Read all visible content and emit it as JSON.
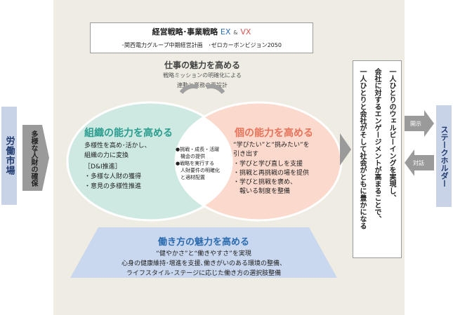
{
  "labor_market": "労働市場",
  "diverse_talent": "多様な人財の確保",
  "strategy": {
    "title": "経営戦略･事業戦略",
    "ex": "EX",
    "amp": "&",
    "vx": "VX",
    "subtitle": "･関西電力グループ中期経営計画　･ゼロカーボンビジョン2050"
  },
  "job_appeal": {
    "title": "仕事の魅力を高める",
    "lines": [
      "戦略ミッションの明確化による",
      "連動と業務の再設計"
    ]
  },
  "org_ability": {
    "title": "組織の能力を高める",
    "lines": [
      "多様性を高め･活かし、",
      "組織の力に変換",
      "［D&I推進］",
      "・多様な人財の獲得",
      "・意見の多様性推進"
    ]
  },
  "overlap": {
    "lines": [
      "●挑戦・成長・活躍",
      "　機会の提供",
      "●戦略を実行する",
      "　人財要件の明確化",
      "　と適材配置"
    ]
  },
  "ind_ability": {
    "title": "個の能力を高める",
    "lines": [
      "“学びたい”と“挑みたい”を",
      "引き出す",
      "・学びと学び直しを支援",
      "・挑戦と再挑戦の場を提供",
      "・学びと挑戦を褒め、",
      "　報いる制度を整備"
    ]
  },
  "work_style": {
    "title": "働き方の魅力を高める",
    "lines": [
      "“健やかさ”と“働きやすさ”を実現",
      "心身の健康維持･増進を支援､働きがいのある環境の整備、",
      "ライフスタイル･ステージに応じた働き方の選択肢整備"
    ]
  },
  "result": {
    "col1": "一人ひとりのウェルビーイングを実現し、",
    "col2": "会社に対するエンゲージメントが高まることで、",
    "col3": "一人ひとりと会社がそして社会がともに豊かになる"
  },
  "disclosure": "開示",
  "dialogue": "対話",
  "stakeholders": "ステークホルダー",
  "colors": {
    "panel": "#efede3",
    "org_circle": "#cde9e2",
    "ind_circle": "#fbd9cc",
    "trapezoid": "#c9d7ef",
    "side_box": "#c9d3e8",
    "arrow": "#9a9a9a"
  }
}
